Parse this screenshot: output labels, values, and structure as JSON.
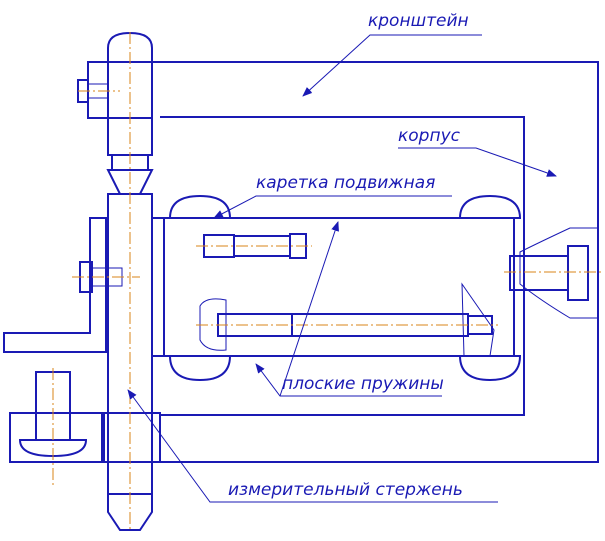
{
  "labels": {
    "bracket": "кронштейн",
    "housing": "корпус",
    "carriage": "каретка подвижная",
    "springs": "плоские пружины",
    "rod": "измерительный стержень"
  },
  "colors": {
    "outline": "#1a1ab4",
    "axis": "#d8841a"
  }
}
